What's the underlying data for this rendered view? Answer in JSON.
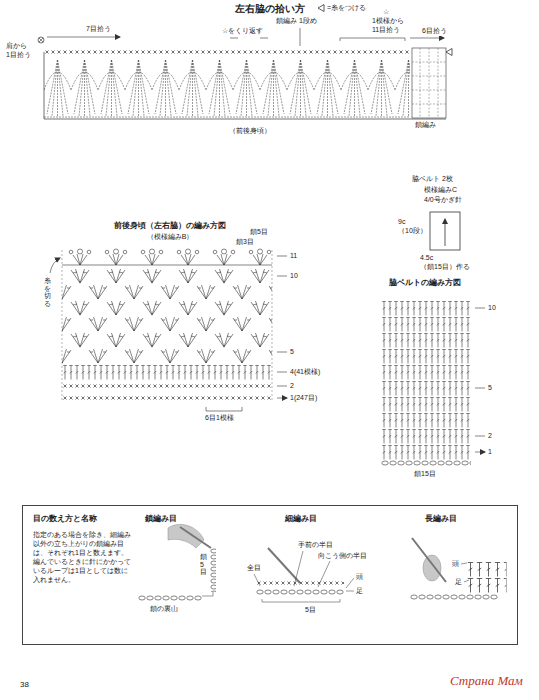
{
  "diagram": {
    "nodes": [
      {
        "text": [
          "目の数え方と名称",
          "指定のある場合を除き、細編み以外の立ち上がりの鎖編み目は、それぞれ1目と数えます。編んでいるときに針にかかっているループは1目としては数に入れません。"
        ]
      }
    ],
    "labels": [
      "左右脇の拾い方",
      "7目拾う",
      "肩から 1目拾う",
      "☆をくり返す",
      "鎖編み 1段め",
      "☆",
      "1模様から 11目拾う",
      "6目拾う",
      "鎖編み",
      "（前後身頃）",
      "脇ベルト 2枚",
      "模様編みC",
      "4/0号かぎ針",
      "9c （10段）",
      "4.5c （鎖15目）作る",
      "前後身頃（左右脇）の編み方図",
      "（模様編みB）",
      "鎖5目",
      "鎖3目",
      "糸を切る",
      "11",
      "10",
      "5",
      "4(41模様)",
      "2",
      "1(247目)",
      "6目1模様",
      "脇ベルトの編み方図",
      "10",
      "5",
      "2",
      "1",
      "鎖15目",
      "鎖編み目",
      "鎖5目",
      "鎖の裏山",
      "細編み目",
      "手前の半目",
      "向こう側の半目",
      "全目",
      "頭",
      "足",
      "5目",
      "長編み目",
      "頭",
      "足",
      "38",
      "Страна Мам"
    ],
    "legend": [
      {
        "text": "=糸をつける"
      }
    ]
  }
}
